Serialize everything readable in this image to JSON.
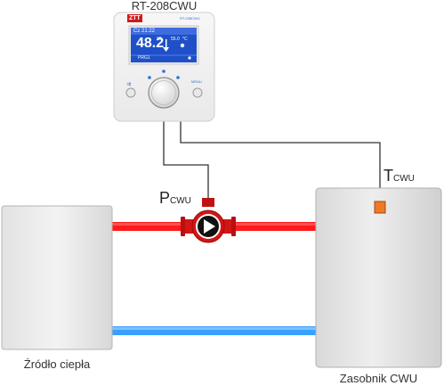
{
  "controller": {
    "model_title": "RT-208CWU",
    "brand_text": "ZTT",
    "model_small": "RT-208CWU",
    "display": {
      "datetime": "Cz 21:22",
      "main_temp": "48.2",
      "main_unit": "°C",
      "set_temp": "55.0",
      "set_unit": "°C",
      "program": "PRG1"
    },
    "menu_label": "MENU"
  },
  "labels": {
    "pump_letter": "P",
    "pump_sub": "CWU",
    "sensor_letter": "T",
    "sensor_sub": "CWU",
    "heat_source": "Źródło ciepła",
    "tank": "Zasobnik CWU"
  },
  "colors": {
    "hot_pipe": "#ff1a1a",
    "cold_pipe": "#3aa0ff",
    "display_bg": "#1f50c8",
    "sensor": "#ee7a23",
    "pump_body": "#d41515"
  }
}
